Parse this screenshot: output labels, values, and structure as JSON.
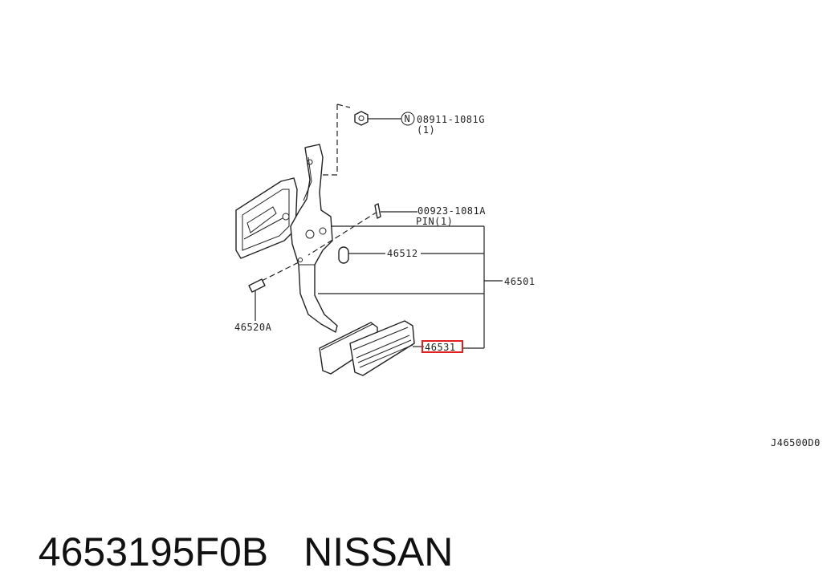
{
  "diagram": {
    "labels": {
      "nut_part": "08911-1081G",
      "nut_qty": "(1)",
      "nut_symbol": "N",
      "pin_part": "00923-1081A",
      "pin_desc": "PIN(1)",
      "bushing": "46512",
      "assembly": "46501",
      "bolt": "46520A",
      "pad": "46531",
      "figure_code": "J46500D0"
    },
    "highlight_color": "#e02020"
  },
  "caption": {
    "part_number": "4653195F0B",
    "brand": "NISSAN"
  }
}
